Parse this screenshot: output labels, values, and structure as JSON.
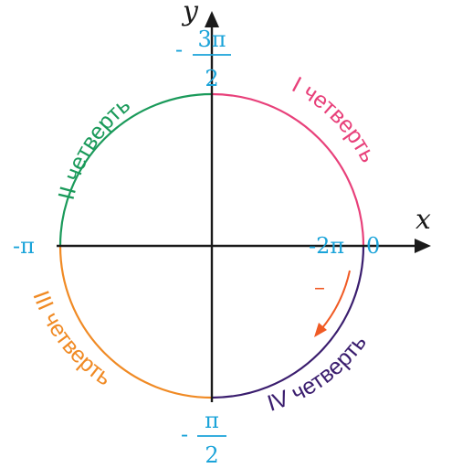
{
  "axes": {
    "x_label": "x",
    "y_label": "y"
  },
  "ticks": {
    "top": {
      "sign": "-",
      "numerator": "3π",
      "denominator": "2"
    },
    "left": {
      "text": "-π"
    },
    "right_inner": {
      "text": "-2π"
    },
    "right_outer": {
      "text": "0"
    },
    "bottom": {
      "sign": "-",
      "numerator": "π",
      "denominator": "2"
    }
  },
  "quarters": {
    "q1": "I четверть",
    "q2": "II четверть",
    "q3": "III четверть",
    "q4": "IV четверть"
  },
  "direction_sign": "–",
  "colors": {
    "axis": "#1a1a1a",
    "label_blue": "#1aa3d9",
    "q1_arc": "#e8407a",
    "q2_arc": "#1a9a5a",
    "q3_arc": "#f08a24",
    "q4_arc": "#3a1d6e",
    "direction_arrow": "#f05a24"
  }
}
